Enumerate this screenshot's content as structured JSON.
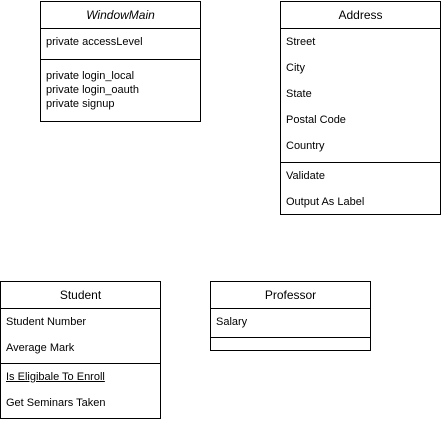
{
  "window_main": {
    "name": "WindowMain",
    "attributes": [
      "private accessLevel"
    ],
    "operations": [
      "private login_local",
      "private login_oauth",
      "private signup"
    ]
  },
  "address": {
    "name": "Address",
    "attributes": [
      "Street",
      "City",
      "State",
      "Postal Code",
      "Country"
    ],
    "operations": [
      "Validate",
      "Output As Label"
    ]
  },
  "student": {
    "name": "Student",
    "attributes": [
      "Student Number",
      "Average Mark"
    ],
    "operations": [
      "Is Eligibale To Enroll",
      "Get Seminars Taken"
    ]
  },
  "professor": {
    "name": "Professor",
    "attributes": [
      "Salary"
    ],
    "operations": []
  }
}
